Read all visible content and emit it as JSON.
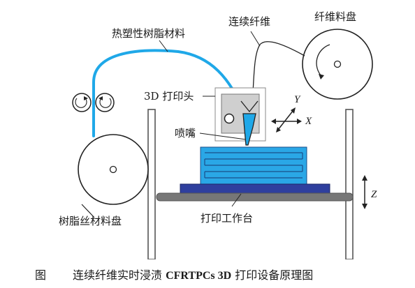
{
  "labels": {
    "continuous_fiber": "连续纤维",
    "fiber_spool": "纤维料盘",
    "thermoplastic_resin": "热塑性树脂材料",
    "print_head": "3D 打印头",
    "nozzle": "喷嘴",
    "resin_spool": "树脂丝材料盘",
    "print_platform": "打印工作台"
  },
  "axes": {
    "x": "X",
    "y": "Y",
    "z": "Z"
  },
  "caption": {
    "prefix": "图",
    "text_before": "连续纤维实时浸渍 ",
    "bold": "CFRTPCs 3D",
    "text_after": " 打印设备原理图"
  },
  "colors": {
    "resin_blue": "#1fa8e8",
    "print_blue": "#2aa7e6",
    "platform_blue": "#2f3f9e",
    "rail_gray": "#777777",
    "head_bg": "#cfcfcf"
  }
}
